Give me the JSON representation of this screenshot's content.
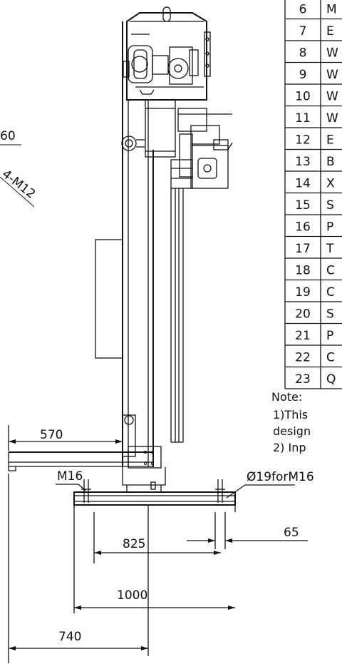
{
  "dimensions": {
    "d60": "60",
    "d4m12": "4-M12",
    "d570": "570",
    "dm16": "M16",
    "d19": "Ø19forM16",
    "d65": "65",
    "d825": "825",
    "d1000": "1000",
    "d740": "740"
  },
  "parts_table": {
    "rows": [
      {
        "no": "6",
        "text": "M"
      },
      {
        "no": "7",
        "text": "E"
      },
      {
        "no": "8",
        "text": "W"
      },
      {
        "no": "9",
        "text": "W"
      },
      {
        "no": "10",
        "text": "W"
      },
      {
        "no": "11",
        "text": "W"
      },
      {
        "no": "12",
        "text": "E"
      },
      {
        "no": "13",
        "text": "B"
      },
      {
        "no": "14",
        "text": "X"
      },
      {
        "no": "15",
        "text": "S"
      },
      {
        "no": "16",
        "text": "P"
      },
      {
        "no": "17",
        "text": "T"
      },
      {
        "no": "18",
        "text": "C"
      },
      {
        "no": "19",
        "text": "C"
      },
      {
        "no": "20",
        "text": "S"
      },
      {
        "no": "21",
        "text": "P"
      },
      {
        "no": "22",
        "text": "C"
      },
      {
        "no": "23",
        "text": "Q"
      }
    ]
  },
  "notes": {
    "title": "Note:",
    "line1": "1)This",
    "line2": "design",
    "line3": "2)  Inp"
  }
}
